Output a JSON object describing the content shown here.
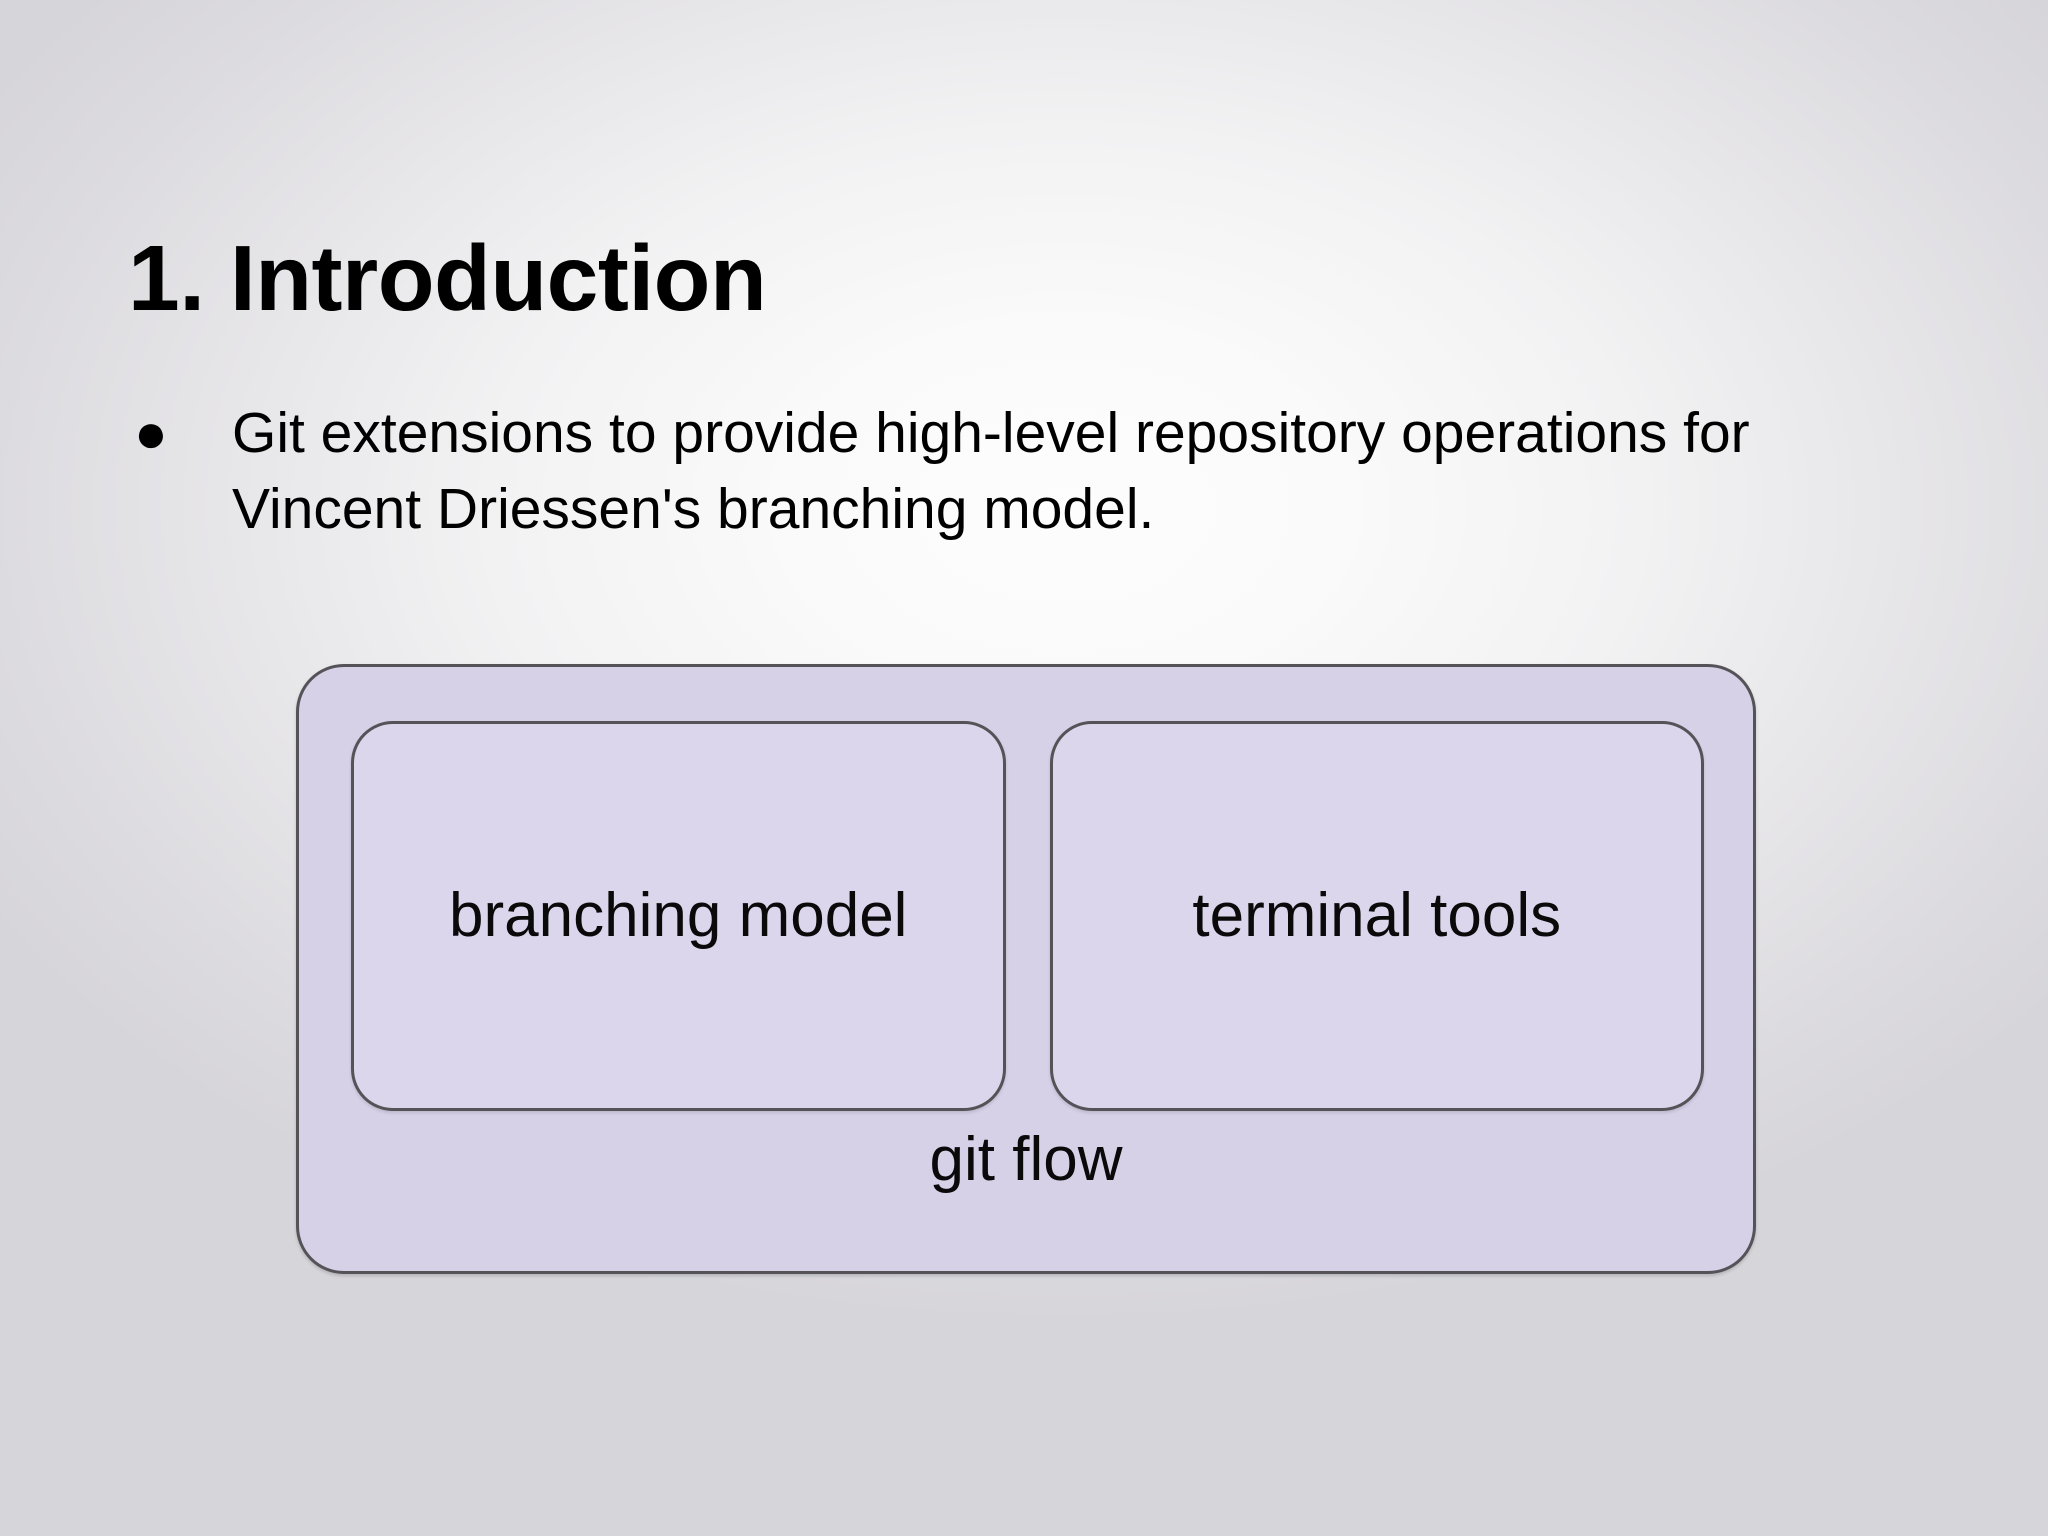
{
  "slide": {
    "title": "1. Introduction",
    "bullets": [
      {
        "marker": "●",
        "text": "Git extensions to provide high-level repository operations for Vincent Driessen's branching model."
      }
    ],
    "diagram": {
      "outer_label": "git flow",
      "inner_boxes": [
        {
          "label": "branching model"
        },
        {
          "label": "terminal tools"
        }
      ],
      "colors": {
        "outer_fill": "#d7d1e8",
        "inner_fill": "#dcd6ec",
        "border": "#555258",
        "text": "#0a0a0a"
      }
    },
    "background": {
      "highlight": "#fdfdfd",
      "edge": "#d0d0d0"
    }
  }
}
